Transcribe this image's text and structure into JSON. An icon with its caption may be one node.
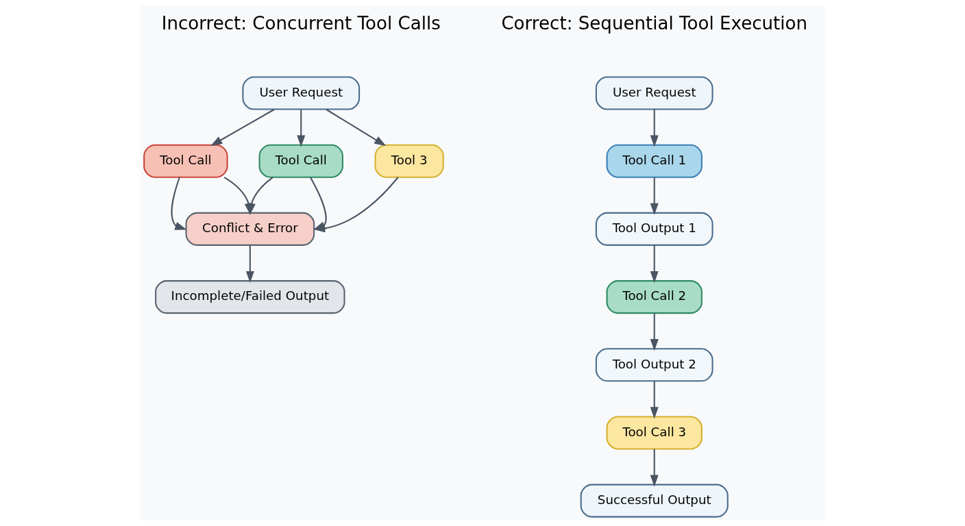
{
  "diagram": {
    "nodes": [
      {
        "text": [
          "User Request"
        ]
      },
      {
        "text": [
          "Tool Call"
        ]
      },
      {
        "text": [
          "Tool Call"
        ]
      },
      {
        "text": [
          "Tool 3"
        ]
      },
      {
        "text": [
          "Conflict & Error"
        ]
      },
      {
        "text": [
          "Incomplete/Failed Output"
        ]
      },
      {
        "text": [
          "User Request"
        ]
      },
      {
        "text": [
          "Tool Call 1"
        ]
      },
      {
        "text": [
          "Tool Output 1"
        ]
      },
      {
        "text": [
          "Tool Call 2"
        ]
      },
      {
        "text": [
          "Tool Output 2"
        ]
      },
      {
        "text": [
          "Tool Call 3"
        ]
      },
      {
        "text": [
          "Successful Output"
        ]
      }
    ],
    "edges": [
      {
        "from": 0,
        "to": 1,
        "arrow": "to"
      },
      {
        "from": 0,
        "to": 2,
        "arrow": "to"
      },
      {
        "from": 0,
        "to": 3,
        "arrow": "to"
      },
      {
        "from": 1,
        "to": 4,
        "arrow": "to"
      },
      {
        "from": 1,
        "to": 4,
        "arrow": "to"
      },
      {
        "from": 2,
        "to": 4,
        "arrow": "to"
      },
      {
        "from": 2,
        "to": 4,
        "arrow": "to"
      },
      {
        "from": 3,
        "to": 4,
        "arrow": "to"
      },
      {
        "from": 4,
        "to": 5,
        "arrow": "to"
      },
      {
        "from": 6,
        "to": 7,
        "arrow": "to"
      },
      {
        "from": 7,
        "to": 8,
        "arrow": "to"
      },
      {
        "from": 8,
        "to": 9,
        "arrow": "to"
      },
      {
        "from": 9,
        "to": 10,
        "arrow": "to"
      },
      {
        "from": 10,
        "to": 11,
        "arrow": "to"
      },
      {
        "from": 11,
        "to": 12,
        "arrow": "to"
      }
    ],
    "labels": [
      "Incorrect: Concurrent Tool Calls",
      "Correct: Sequential Tool Execution"
    ]
  }
}
